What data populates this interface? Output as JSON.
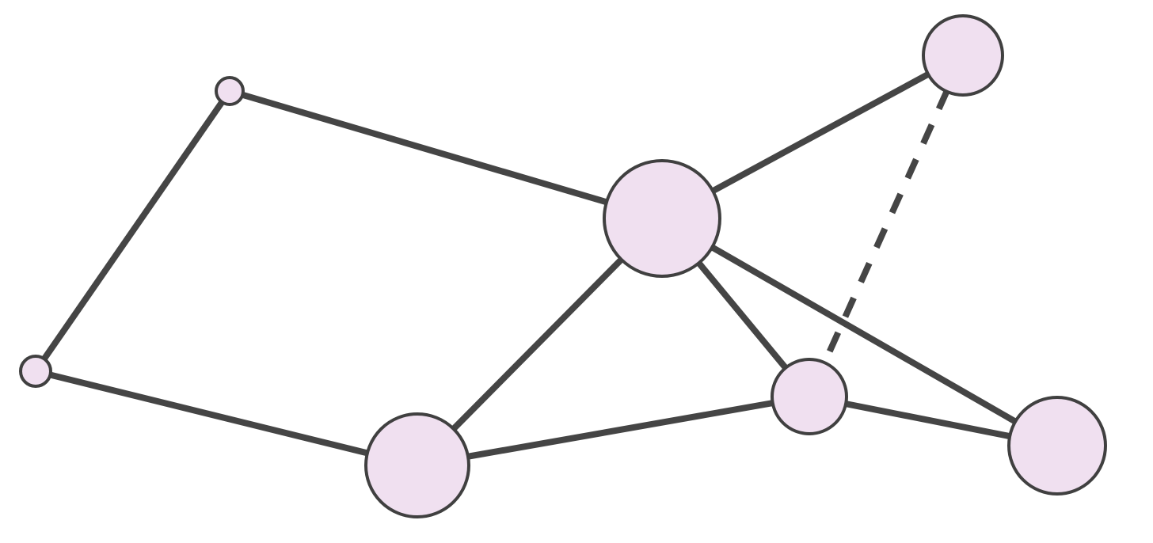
{
  "style": {
    "background": "#ffffff",
    "node_fill": "#f0e0f0",
    "node_stroke": "#404040",
    "edge_stroke": "#454545"
  },
  "nodes": [
    {
      "id": "n-top-left-small"
    },
    {
      "id": "n-left-small"
    },
    {
      "id": "n-center-large"
    },
    {
      "id": "n-top-right"
    },
    {
      "id": "n-bottom-center-large"
    },
    {
      "id": "n-center-right"
    },
    {
      "id": "n-bottom-right"
    }
  ],
  "edges": [
    {
      "source": "n-top-left-small",
      "target": "n-center-large",
      "style": "solid"
    },
    {
      "source": "n-top-left-small",
      "target": "n-left-small",
      "style": "solid"
    },
    {
      "source": "n-left-small",
      "target": "n-bottom-center-large",
      "style": "solid"
    },
    {
      "source": "n-center-large",
      "target": "n-top-right",
      "style": "solid"
    },
    {
      "source": "n-center-large",
      "target": "n-bottom-center-large",
      "style": "solid"
    },
    {
      "source": "n-center-large",
      "target": "n-center-right",
      "style": "solid"
    },
    {
      "source": "n-center-large",
      "target": "n-bottom-right",
      "style": "solid"
    },
    {
      "source": "n-bottom-center-large",
      "target": "n-center-right",
      "style": "solid"
    },
    {
      "source": "n-center-right",
      "target": "n-bottom-right",
      "style": "solid"
    },
    {
      "source": "n-top-right",
      "target": "n-center-right",
      "style": "dashed"
    }
  ]
}
